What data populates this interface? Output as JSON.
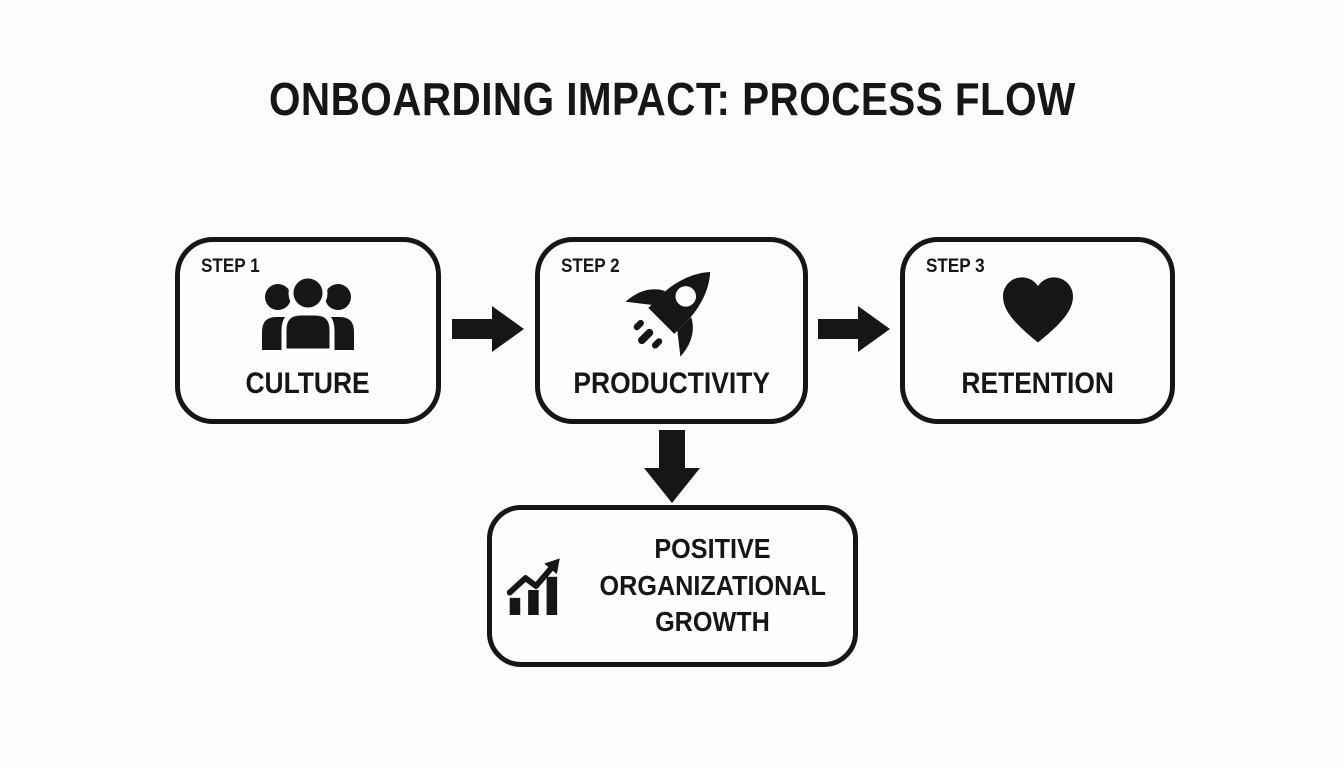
{
  "title": "ONBOARDING IMPACT: PROCESS FLOW",
  "colors": {
    "ink": "#161616",
    "background": "#fbfdfd",
    "box_fill": "#fdfefe"
  },
  "steps": [
    {
      "step_label": "STEP 1",
      "label": "CULTURE",
      "icon": "people-group-icon"
    },
    {
      "step_label": "STEP 2",
      "label": "PRODUCTIVITY",
      "icon": "rocket-icon"
    },
    {
      "step_label": "STEP 3",
      "label": "RETENTION",
      "icon": "heart-icon"
    }
  ],
  "connectors": [
    {
      "type": "arrow-right"
    },
    {
      "type": "arrow-right"
    },
    {
      "type": "arrow-down"
    }
  ],
  "result": {
    "label": "POSITIVE ORGANIZATIONAL GROWTH",
    "icon": "growth-chart-icon"
  }
}
